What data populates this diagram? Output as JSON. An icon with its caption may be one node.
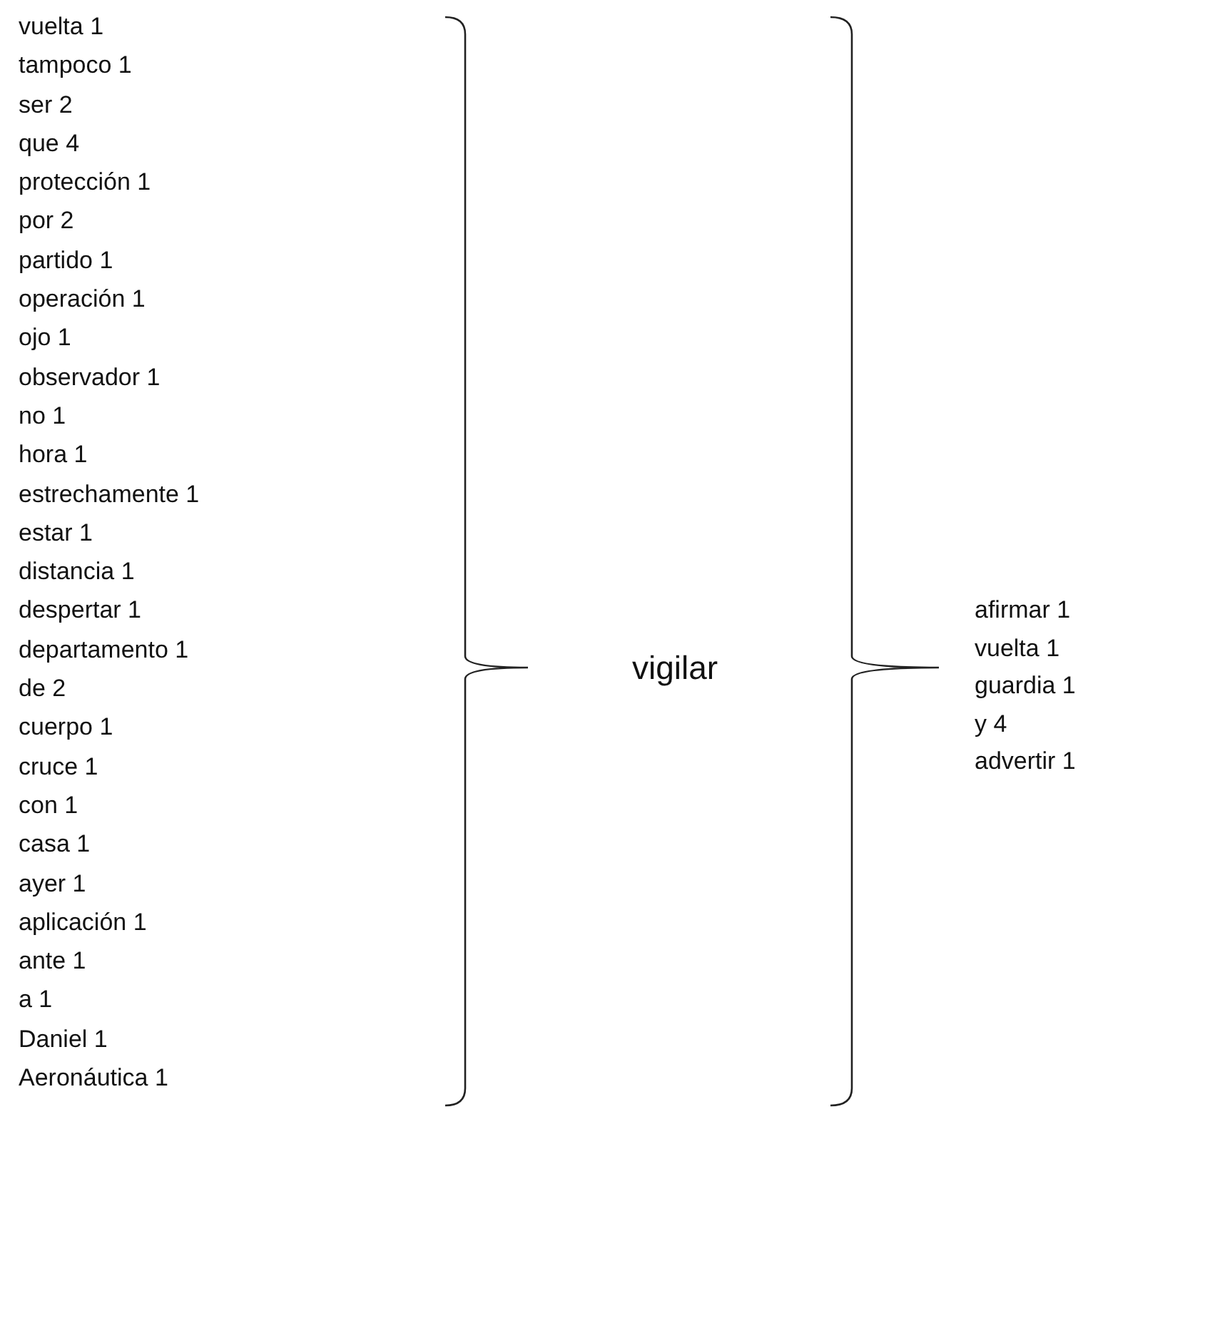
{
  "diagram": {
    "labels": [
      "vuelta 1",
      "tampoco 1",
      "ser 2",
      "que 4",
      "protección 1",
      "por 2",
      "partido 1",
      "operación 1",
      "ojo 1",
      "observador 1",
      "no 1",
      "hora 1",
      "estrechamente 1",
      "estar 1",
      "distancia 1",
      "despertar 1",
      "departamento 1",
      "de 2",
      "cuerpo 1",
      "cruce 1",
      "con 1",
      "casa 1",
      "ayer 1",
      "aplicación 1",
      "ante 1",
      "a 1",
      "Daniel 1",
      "Aeronáutica 1",
      "vigilar",
      "afirmar 1",
      "vuelta 1",
      "guardia 1",
      "y 4",
      "advertir 1"
    ]
  }
}
